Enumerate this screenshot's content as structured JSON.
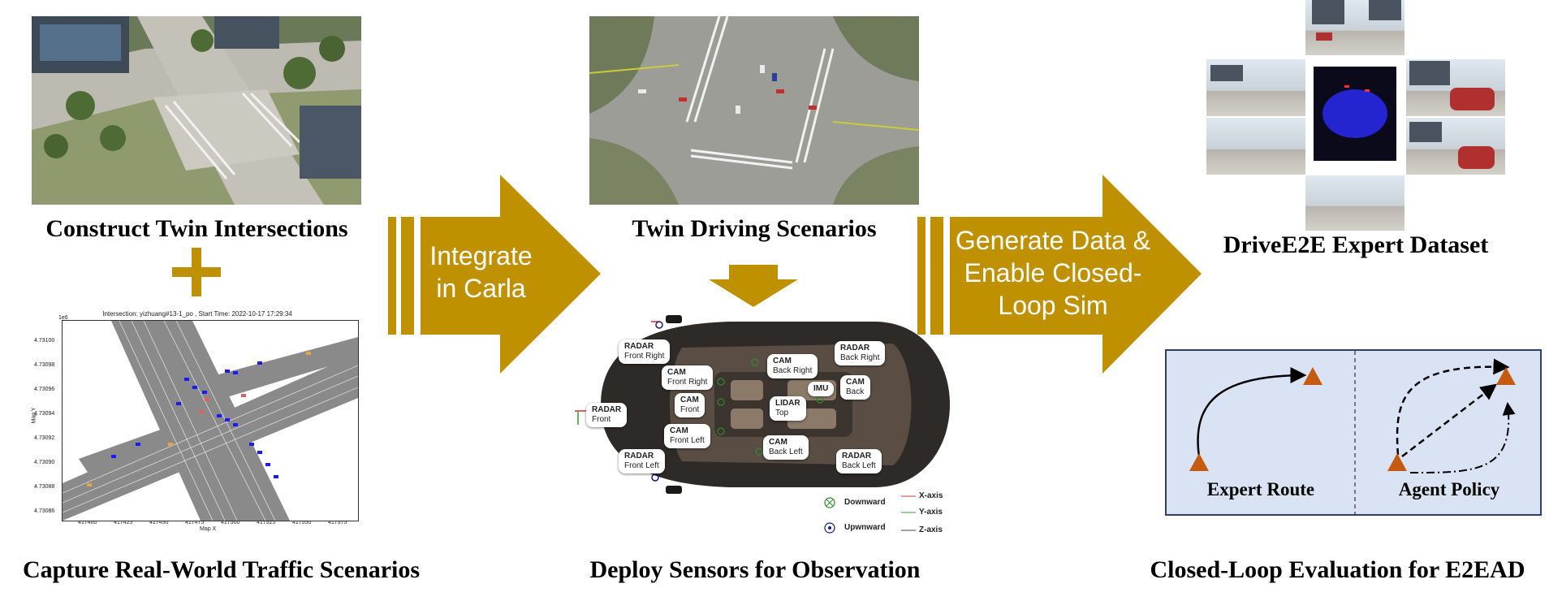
{
  "captions": {
    "construct": "Construct Twin Intersections",
    "capture": "Capture Real-World Traffic Scenarios",
    "twin": "Twin Driving Scenarios",
    "deploy": "Deploy Sensors for Observation",
    "dataset": "DriveE2E Expert Dataset",
    "closed_loop": "Closed-Loop Evaluation for E2EAD"
  },
  "arrows": {
    "integrate": [
      "Integrate",
      "in Carla"
    ],
    "generate": [
      "Generate Data &",
      "Enable Closed-",
      "Loop Sim"
    ]
  },
  "map_plot": {
    "title": "Intersection: yizhuang#13-1_po ,  Start Time: 2022-10-17 17:29:34",
    "exponent": "1e6",
    "ylabel": "Map Y",
    "xlabel": "Map X",
    "yticks": [
      "4.73100",
      "4.73098",
      "4.73096",
      "4.73094",
      "4.73092",
      "4.73090",
      "4.73088",
      "4.73086"
    ],
    "xticks": [
      "417400",
      "417425",
      "417450",
      "417475",
      "417500",
      "417525",
      "417550",
      "417575"
    ]
  },
  "sensors": [
    {
      "type": "RADAR",
      "pos": "Front Right"
    },
    {
      "type": "CAM",
      "pos": "Front Right"
    },
    {
      "type": "CAM",
      "pos": "Back Right"
    },
    {
      "type": "RADAR",
      "pos": "Back Right"
    },
    {
      "type": "RADAR",
      "pos": "Front"
    },
    {
      "type": "CAM",
      "pos": "Front"
    },
    {
      "type": "LIDAR",
      "pos": "Top"
    },
    {
      "type": "IMU",
      "pos": ""
    },
    {
      "type": "CAM",
      "pos": "Back"
    },
    {
      "type": "CAM",
      "pos": "Front Left"
    },
    {
      "type": "CAM",
      "pos": "Back Left"
    },
    {
      "type": "RADAR",
      "pos": "Front Left"
    },
    {
      "type": "RADAR",
      "pos": "Back Left"
    }
  ],
  "legend": {
    "downward": "Downward",
    "upward": "Upwnward",
    "x_axis": "X-axis",
    "y_axis": "Y-axis",
    "z_axis": "Z-axis"
  },
  "evaluation": {
    "expert": "Expert Route",
    "agent": "Agent Policy"
  },
  "colors": {
    "gold": "#BF9000",
    "triangle": "#C55A11",
    "eval_bg": "#DAE3F3",
    "eval_border": "#2F3F6B"
  }
}
